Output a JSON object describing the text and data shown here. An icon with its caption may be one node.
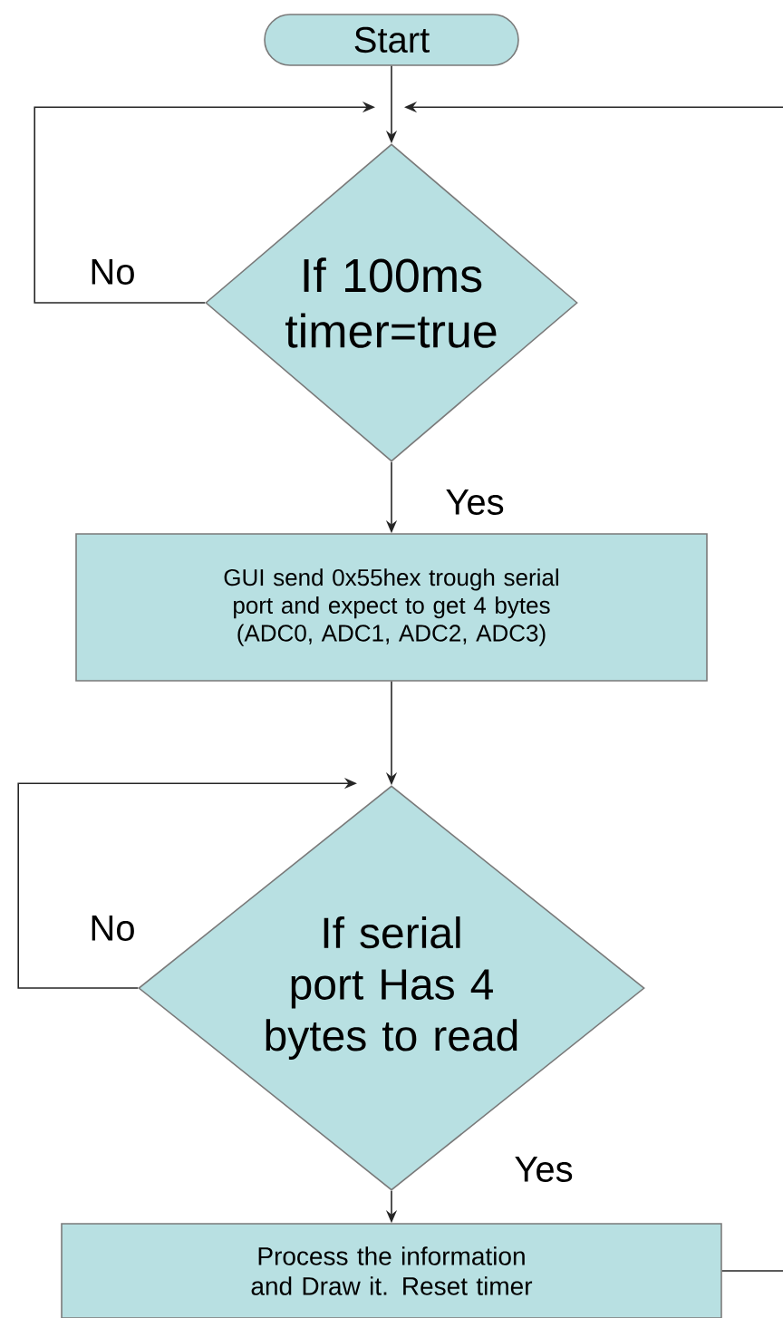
{
  "diagram": {
    "nodes": [
      {
        "text": [
          "Start"
        ]
      },
      {
        "text": [
          "If 100ms timer=true"
        ]
      },
      {
        "text": [
          "GUI send 0x55hex trough serial port and expect to get 4 bytes (ADC0, ADC1, ADC2, ADC3)"
        ]
      },
      {
        "text": [
          "If serial port Has 4 bytes to read"
        ]
      },
      {
        "text": [
          "Process the information and Draw it. Reset timer"
        ]
      }
    ],
    "edges": [
      {
        "from": 0,
        "to": 1,
        "arrow": "to"
      },
      {
        "from": 1,
        "to": 1,
        "arrow": "to",
        "label": "No"
      },
      {
        "from": 1,
        "to": 2,
        "arrow": "to",
        "label": "Yes"
      },
      {
        "from": 2,
        "to": 3,
        "arrow": "to"
      },
      {
        "from": 3,
        "to": 3,
        "arrow": "to",
        "label": "No"
      },
      {
        "from": 3,
        "to": 4,
        "arrow": "to",
        "label": "Yes"
      },
      {
        "from": 4,
        "to": 1,
        "arrow": "to"
      }
    ]
  }
}
